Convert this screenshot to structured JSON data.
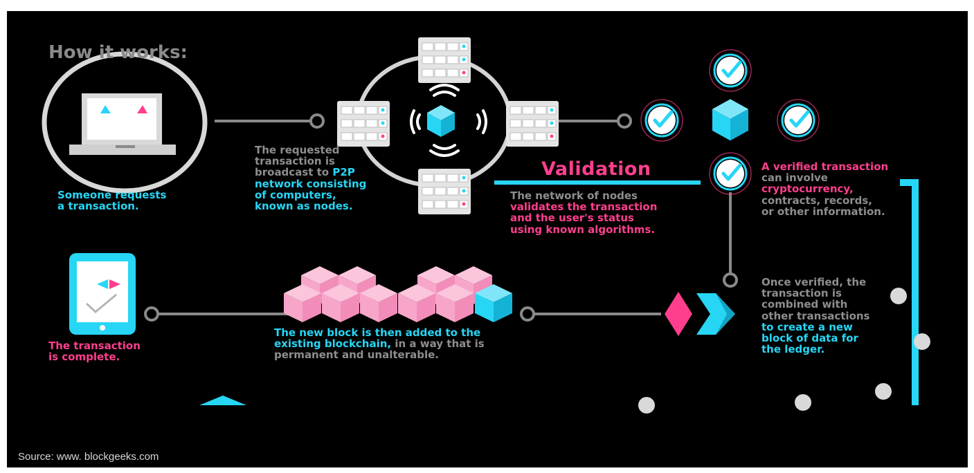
{
  "title": "How it works:",
  "step_request": {
    "lines": [
      "Someone requests",
      "a transaction."
    ],
    "color": "#27d6f5"
  },
  "step_broadcast": {
    "plain": [
      "The requested",
      "transaction is",
      "broadcast to"
    ],
    "highlight_inline": "P2P",
    "highlight": [
      "network consisting",
      "of computers,",
      "known as nodes."
    ],
    "color": "#27d6f5"
  },
  "validation": {
    "heading": "Validation",
    "plain": "The network of nodes",
    "highlight": [
      "validates the transaction",
      "and the user's status",
      "using known algorithms."
    ],
    "color": "#ff3f8e"
  },
  "step_verified": {
    "highlight": "A verified transaction",
    "plain_1": "can involve",
    "highlight_2": "cryptocurrency,",
    "plain_2": [
      "contracts, records,",
      "or other information."
    ],
    "color": "#ff3f8e"
  },
  "step_combined": {
    "plain": [
      "Once verified, the",
      "transaction is",
      "combined with",
      "other transactions"
    ],
    "highlight": [
      "to create a new",
      "block of data for",
      "the ledger."
    ],
    "color": "#27d6f5"
  },
  "step_block_added": {
    "highlight": [
      "The new block is then added to the",
      "existing blockchain,"
    ],
    "plain_inline": "in a way that is",
    "plain": "permanent and unalterable.",
    "color": "#27d6f5"
  },
  "step_complete": {
    "lines": [
      "The transaction",
      "is complete."
    ],
    "color": "#ff3f8e"
  },
  "source": "Source: www. blockgeeks.com",
  "colors": {
    "background": "#000000",
    "cyan": "#27d6f5",
    "pink": "#ff3f8e",
    "light_pink": "#f9a2c8",
    "gray": "#8e8e8e",
    "light_gray": "#d9d9d9"
  },
  "icons": [
    "laptop-icon",
    "server-node-icon",
    "blockchain-cube-icon",
    "wifi-signal-icon",
    "check-circle-icon",
    "phone-icon",
    "pink-blocks-icon",
    "arrow-chevron-icon"
  ]
}
